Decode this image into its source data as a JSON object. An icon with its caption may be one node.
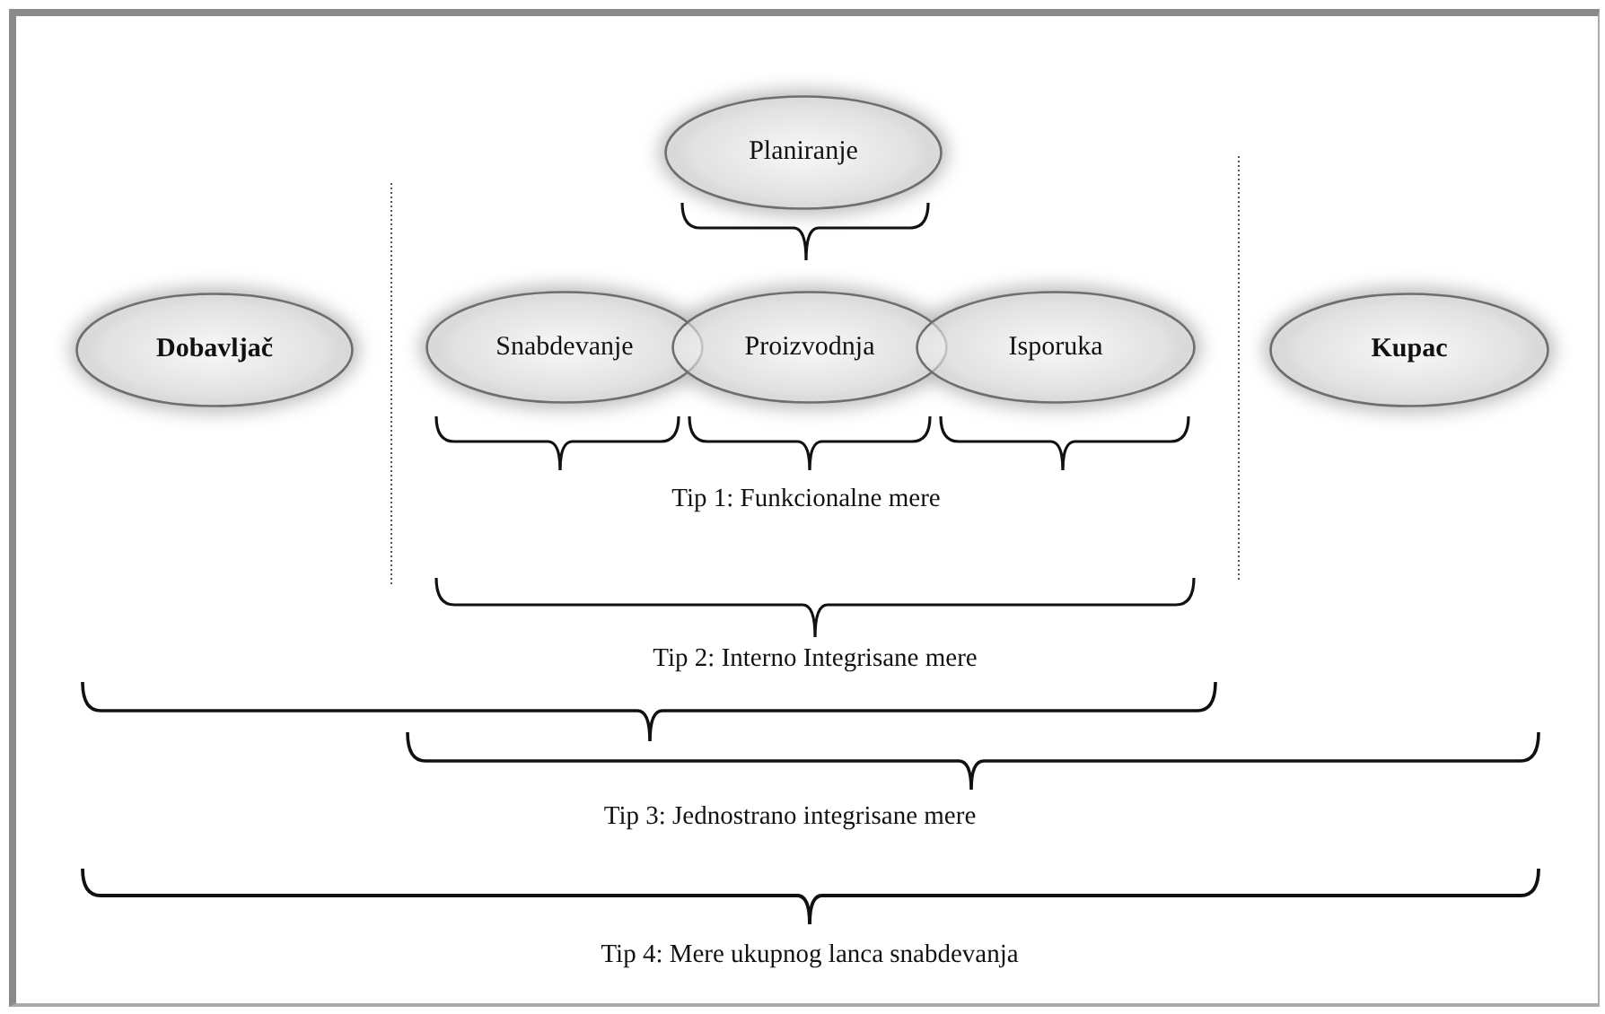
{
  "diagram": {
    "nodes": [
      {
        "text": [
          "Planiranje"
        ]
      },
      {
        "text": [
          "Dobavljač"
        ]
      },
      {
        "text": [
          "Snabdevanje"
        ]
      },
      {
        "text": [
          "Proizvodnja"
        ]
      },
      {
        "text": [
          "Isporuka"
        ]
      },
      {
        "text": [
          "Kupac"
        ]
      }
    ],
    "labels": [
      "Tip 1: Funkcionalne mere",
      "Tip 2: Interno Integrisane mere",
      "Tip 3: Jednostrano integrisane mere",
      "Tip 4: Mere ukupnog lanca snabdevanja"
    ]
  }
}
